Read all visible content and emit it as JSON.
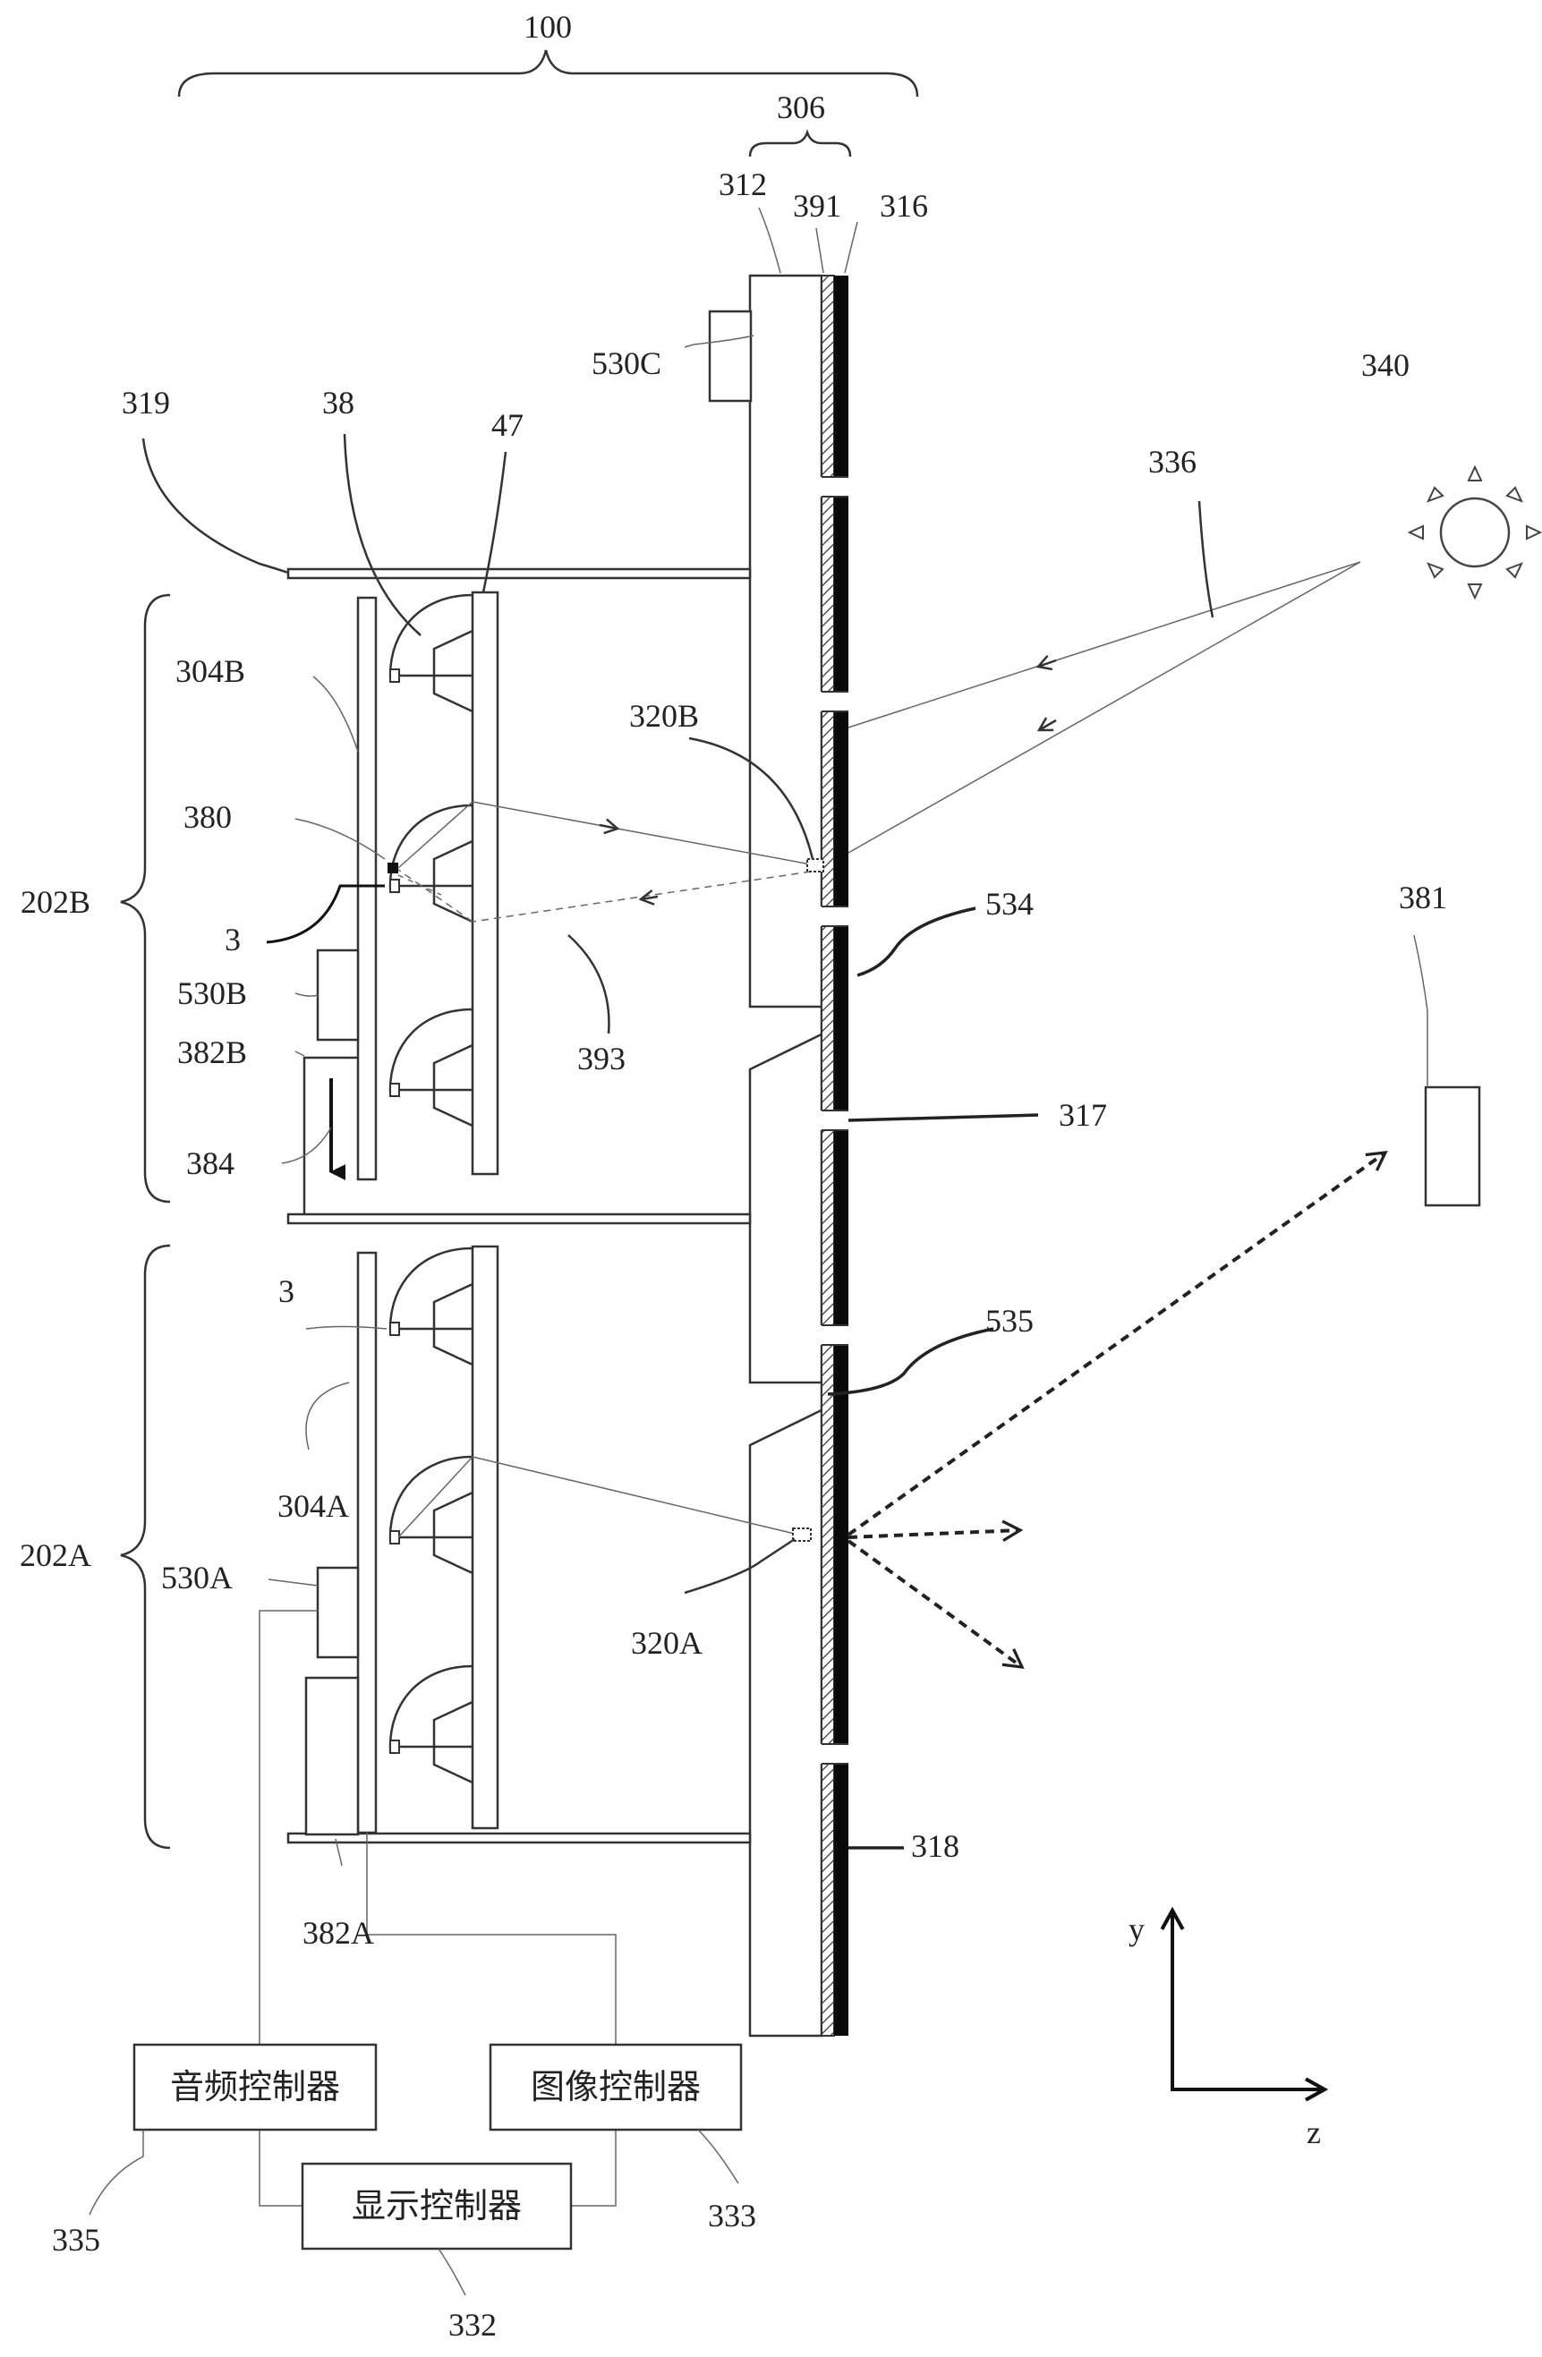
{
  "labels": {
    "system": "100",
    "screen": "306",
    "substrate": "312",
    "diffuser": "391",
    "absorber": "316",
    "audio_top": "530C",
    "sun": "340",
    "ambient_rays": "336",
    "bracket": "319",
    "lens": "38",
    "lens_plate": "47",
    "panel_b": "304B",
    "pixel": "380",
    "emitter_b": "3",
    "point_b": "320B",
    "module_b": "202B",
    "speaker_b": "530B",
    "actuator_b": "382B",
    "motion": "384",
    "reflected_ray": "393",
    "port_upper": "534",
    "gap": "317",
    "viewer": "381",
    "emitter_a": "3",
    "port_lower": "535",
    "panel_a": "304A",
    "module_a": "202A",
    "speaker_a": "530A",
    "point_a": "320A",
    "actuator_a": "382A",
    "segment": "318",
    "axis_y": "y",
    "axis_z": "z",
    "ref_audio": "335",
    "ref_image": "333",
    "ref_display": "332"
  },
  "controllers": {
    "audio": "音频控制器",
    "image": "图像控制器",
    "display": "显示控制器"
  },
  "icons": {
    "sun": "sun-icon",
    "arrow": "arrow-icon"
  }
}
